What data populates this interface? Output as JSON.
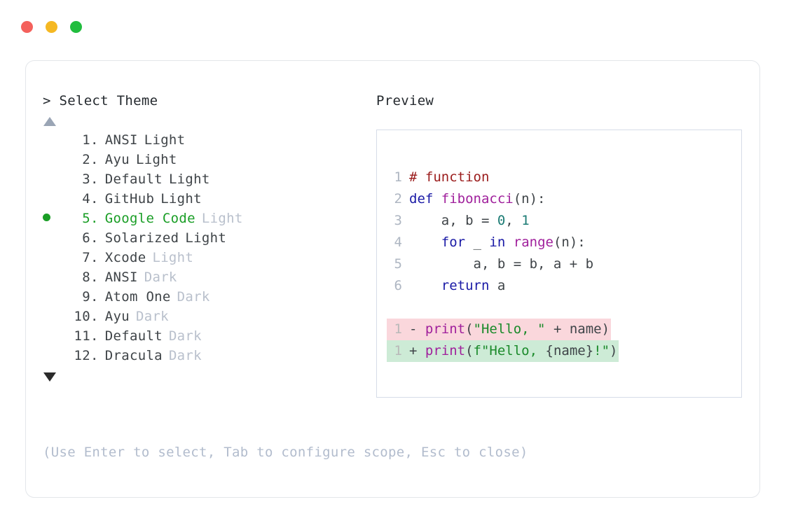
{
  "window": {
    "traffic_lights": [
      {
        "name": "close",
        "color": "#f4615c"
      },
      {
        "name": "minimize",
        "color": "#f5b823"
      },
      {
        "name": "maximize",
        "color": "#21bd3e"
      }
    ]
  },
  "left": {
    "prompt": "> Select Theme",
    "scroll_up_icon": "triangle-up-icon",
    "scroll_down_icon": "triangle-down-icon",
    "items": [
      {
        "num": "1.",
        "name": "ANSI",
        "mode": "Light",
        "selected": false,
        "mode_muted": false
      },
      {
        "num": "2.",
        "name": "Ayu",
        "mode": "Light",
        "selected": false,
        "mode_muted": false
      },
      {
        "num": "3.",
        "name": "Default",
        "mode": "Light",
        "selected": false,
        "mode_muted": false
      },
      {
        "num": "4.",
        "name": "GitHub",
        "mode": "Light",
        "selected": false,
        "mode_muted": false
      },
      {
        "num": "5.",
        "name": "Google Code",
        "mode": "Light",
        "selected": true,
        "mode_muted": true
      },
      {
        "num": "6.",
        "name": "Solarized",
        "mode": "Light",
        "selected": false,
        "mode_muted": false
      },
      {
        "num": "7.",
        "name": "Xcode",
        "mode": "Light",
        "selected": false,
        "mode_muted": true
      },
      {
        "num": "8.",
        "name": "ANSI",
        "mode": "Dark",
        "selected": false,
        "mode_muted": true
      },
      {
        "num": "9.",
        "name": "Atom One",
        "mode": "Dark",
        "selected": false,
        "mode_muted": true
      },
      {
        "num": "10.",
        "name": "Ayu",
        "mode": "Dark",
        "selected": false,
        "mode_muted": true
      },
      {
        "num": "11.",
        "name": "Default",
        "mode": "Dark",
        "selected": false,
        "mode_muted": true
      },
      {
        "num": "12.",
        "name": "Dracula",
        "mode": "Dark",
        "selected": false,
        "mode_muted": true
      }
    ],
    "hint": "(Use Enter to select, Tab to configure scope, Esc to close)"
  },
  "right": {
    "title": "Preview",
    "code_lines": [
      {
        "gutter": "1",
        "tokens": [
          {
            "t": "# function",
            "c": "t-comment"
          }
        ]
      },
      {
        "gutter": "2",
        "tokens": [
          {
            "t": "def ",
            "c": "t-kw"
          },
          {
            "t": "fibonacci",
            "c": "t-fn"
          },
          {
            "t": "(n):",
            "c": "t-punc"
          }
        ]
      },
      {
        "gutter": "3",
        "tokens": [
          {
            "t": "    a, b = ",
            "c": "t-plain"
          },
          {
            "t": "0",
            "c": "t-num"
          },
          {
            "t": ", ",
            "c": "t-plain"
          },
          {
            "t": "1",
            "c": "t-num"
          }
        ]
      },
      {
        "gutter": "4",
        "tokens": [
          {
            "t": "    ",
            "c": "t-plain"
          },
          {
            "t": "for",
            "c": "t-kw"
          },
          {
            "t": " _ ",
            "c": "t-plain"
          },
          {
            "t": "in",
            "c": "t-kw"
          },
          {
            "t": " ",
            "c": "t-plain"
          },
          {
            "t": "range",
            "c": "t-fn"
          },
          {
            "t": "(n):",
            "c": "t-punc"
          }
        ]
      },
      {
        "gutter": "5",
        "tokens": [
          {
            "t": "        a, b = b, a + b",
            "c": "t-plain"
          }
        ]
      },
      {
        "gutter": "6",
        "tokens": [
          {
            "t": "    ",
            "c": "t-plain"
          },
          {
            "t": "return",
            "c": "t-kw"
          },
          {
            "t": " a",
            "c": "t-plain"
          }
        ]
      }
    ],
    "diff_lines": [
      {
        "gutter": "1",
        "kind": "diff-del",
        "sign": "- ",
        "tokens": [
          {
            "t": "print",
            "c": "t-fn"
          },
          {
            "t": "(",
            "c": "t-punc"
          },
          {
            "t": "\"Hello, \"",
            "c": "t-str"
          },
          {
            "t": " + name)",
            "c": "t-plain"
          }
        ]
      },
      {
        "gutter": "1",
        "kind": "diff-add",
        "sign": "+ ",
        "tokens": [
          {
            "t": "print",
            "c": "t-fn"
          },
          {
            "t": "(",
            "c": "t-punc"
          },
          {
            "t": "f\"Hello, ",
            "c": "t-str"
          },
          {
            "t": "{name}",
            "c": "t-plain"
          },
          {
            "t": "!\"",
            "c": "t-str"
          },
          {
            "t": ")",
            "c": "t-punc"
          }
        ]
      }
    ]
  },
  "colors": {
    "accent_green": "#1a9e26",
    "diff_add_bg": "#cdebd6",
    "diff_del_bg": "#fad7dc",
    "muted": "#b9c0cc",
    "panel_border": "#d6dce8",
    "card_border": "#e3e6ea"
  }
}
